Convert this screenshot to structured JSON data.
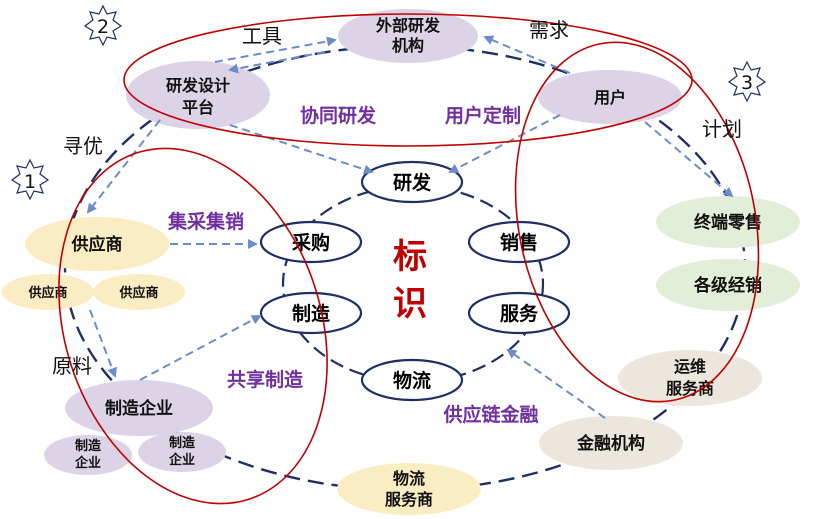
{
  "center": {
    "line1": "标",
    "line2": "识"
  },
  "core": {
    "rd": "研发",
    "procure": "采购",
    "sales": "销售",
    "manufacture": "制造",
    "service": "服务",
    "logistics": "物流"
  },
  "nodes": {
    "external_rd": [
      "外部研发",
      "机构"
    ],
    "rd_platform": [
      "研发设计",
      "平台"
    ],
    "user": "用户",
    "supplier": "供应商",
    "supplier_small_a": "供应商",
    "supplier_small_b": "供应商",
    "manufacturer": "制造企业",
    "mfg_small_a": [
      "制造",
      "企业"
    ],
    "mfg_small_b": [
      "制造",
      "企业"
    ],
    "logistics_provider": [
      "物流",
      "服务商"
    ],
    "financial": "金融机构",
    "ops_provider": [
      "运维",
      "服务商"
    ],
    "retail": "终端零售",
    "distribution": "各级经销"
  },
  "labels": {
    "collab_rd": "协同研发",
    "custom": "用户定制",
    "central_purchase": "集采集销",
    "shared_mfg": "共享制造",
    "supply_finance": "供应链金融",
    "tools": "工具",
    "demand": "需求",
    "plan": "计划",
    "optimize": "寻优",
    "material": "原料"
  },
  "badges": {
    "one": "1",
    "two": "2",
    "three": "3"
  },
  "colors": {
    "lavender": "#dcd3e6",
    "cream": "#fbedc3",
    "green": "#e3eed9",
    "beige": "#ece7dc",
    "red_ring": "#c00000",
    "arrow_blue": "#6b8cc9",
    "purple_text": "#7030a0",
    "navy": "#1f2f63"
  }
}
